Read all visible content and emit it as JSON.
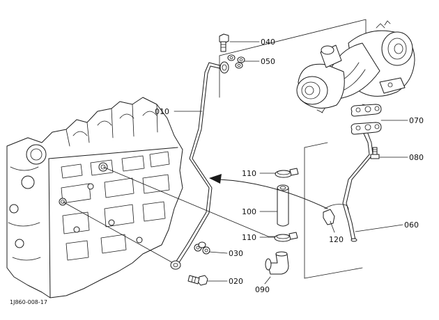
{
  "diagram": {
    "drawing_code": "1J860-008-17",
    "callouts": [
      {
        "id": "010",
        "label": "010"
      },
      {
        "id": "020",
        "label": "020"
      },
      {
        "id": "030",
        "label": "030"
      },
      {
        "id": "040",
        "label": "040"
      },
      {
        "id": "050",
        "label": "050"
      },
      {
        "id": "060",
        "label": "060"
      },
      {
        "id": "070",
        "label": "070"
      },
      {
        "id": "080",
        "label": "080"
      },
      {
        "id": "090",
        "label": "090"
      },
      {
        "id": "100",
        "label": "100"
      },
      {
        "id": "110a",
        "label": "110"
      },
      {
        "id": "110b",
        "label": "110"
      },
      {
        "id": "120",
        "label": "120"
      }
    ]
  }
}
